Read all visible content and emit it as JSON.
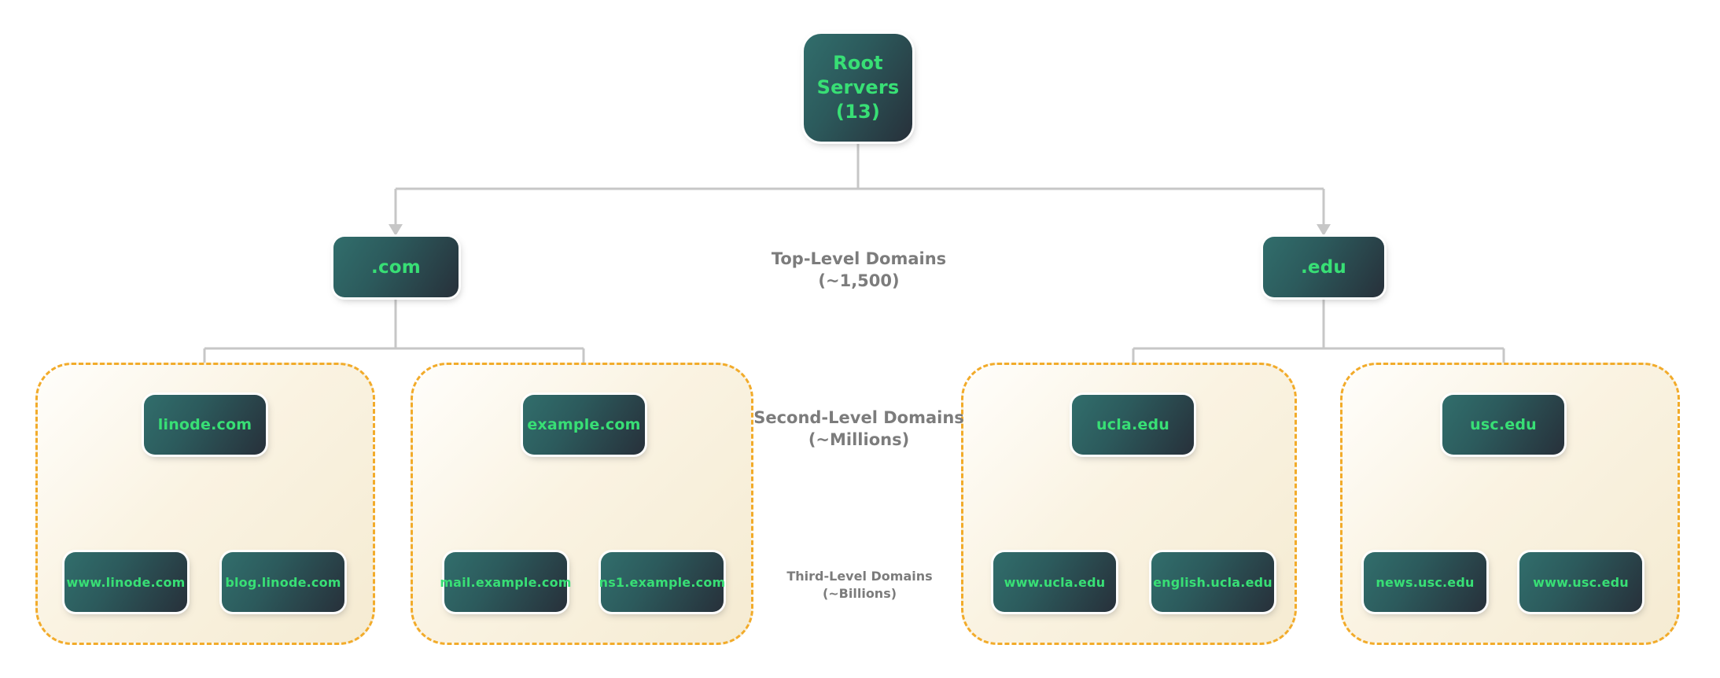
{
  "diagram": {
    "type": "dns-hierarchy-tree",
    "nodes": {
      "root": {
        "label": "Root Servers (13)",
        "lines": [
          "Root",
          "Servers",
          "(13)"
        ]
      },
      "tlds": [
        {
          "label": ".com"
        },
        {
          "label": ".edu"
        }
      ],
      "slds": [
        {
          "label": "linode.com"
        },
        {
          "label": "example.com"
        },
        {
          "label": "ucla.edu"
        },
        {
          "label": "usc.edu"
        }
      ],
      "thirds": [
        {
          "label": "www.linode.com"
        },
        {
          "label": "blog.linode.com"
        },
        {
          "label": "mail.example.com"
        },
        {
          "label": "ns1.example.com"
        },
        {
          "label": "www.ucla.edu"
        },
        {
          "label": "english.ucla.edu"
        },
        {
          "label": "news.usc.edu"
        },
        {
          "label": "www.usc.edu"
        }
      ]
    },
    "level_labels": [
      {
        "line1": "Top-Level Domains",
        "line2": "(~1,500)"
      },
      {
        "line1": "Second-Level Domains",
        "line2": "(~Millions)"
      },
      {
        "line1": "Third-Level Domains",
        "line2": "(~Billions)"
      }
    ],
    "colors": {
      "node_text_green": "#38df75",
      "node_gradient_start": "#316e6c",
      "node_gradient_end": "#27303a",
      "group_border_gold": "#f2ab2a",
      "group_fill_cream": "#f5ebd2",
      "connector_gray": "#c7c7c7",
      "label_gray": "#7c7c7c",
      "background": "#ffffff"
    }
  }
}
